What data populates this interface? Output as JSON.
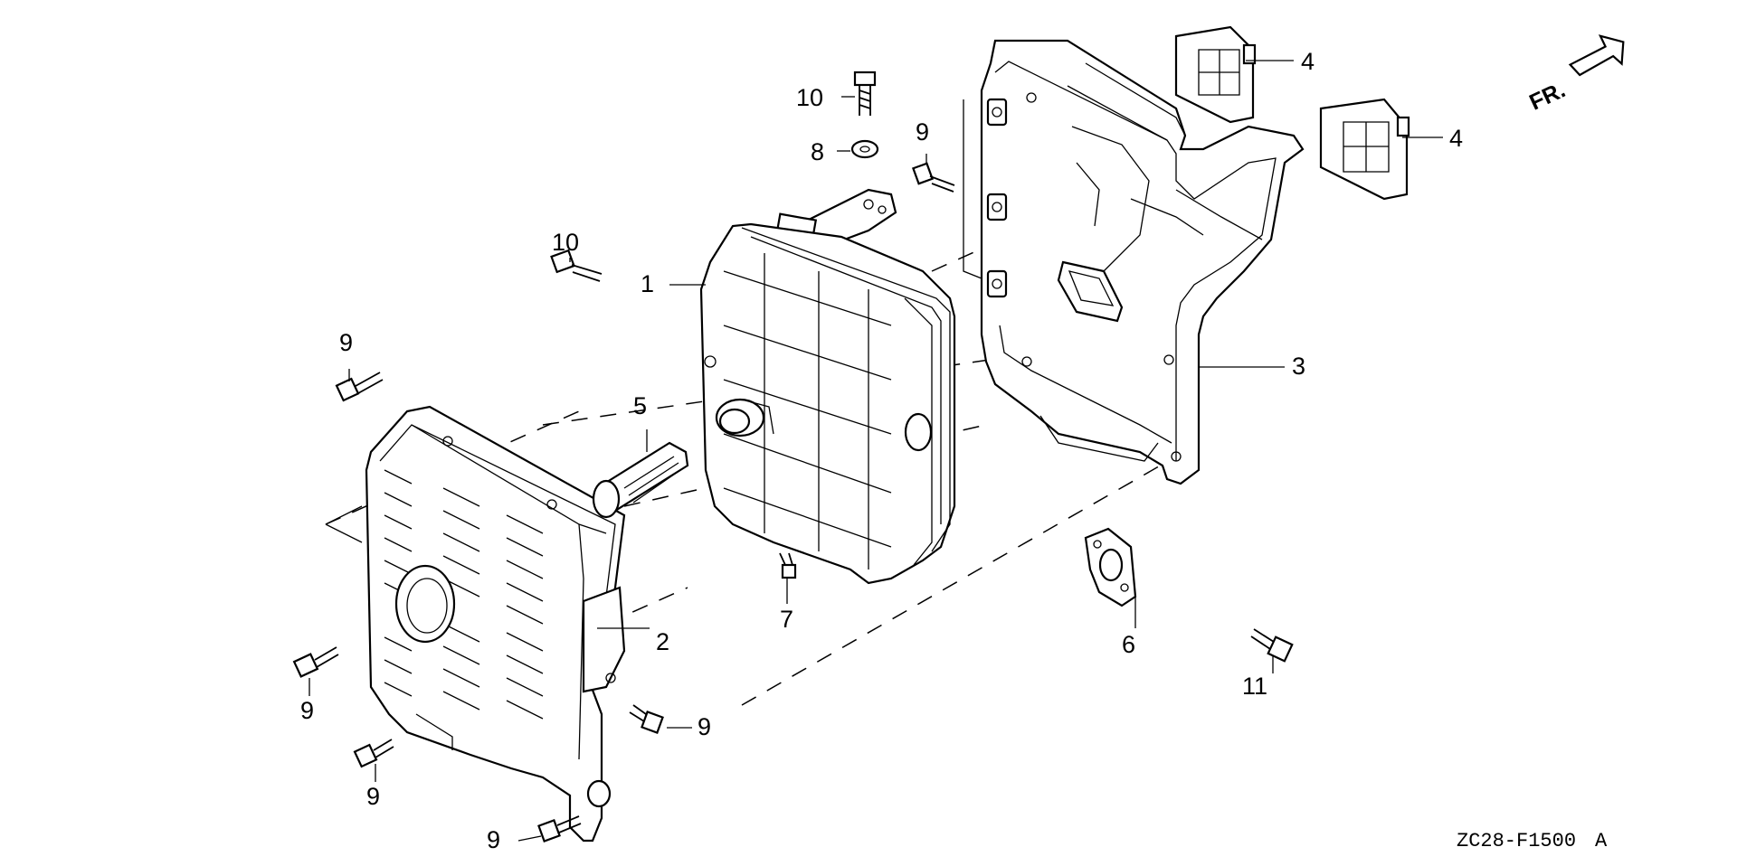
{
  "diagram": {
    "drawing_code": "ZC28-F1500",
    "revision": "A",
    "direction_label": "FR.",
    "callouts": {
      "c1": "1",
      "c2": "2",
      "c3": "3",
      "c4a": "4",
      "c4b": "4",
      "c5": "5",
      "c6": "6",
      "c7": "7",
      "c8": "8",
      "c9a": "9",
      "c9b": "9",
      "c9c": "9",
      "c9d": "9",
      "c9e": "9",
      "c9f": "9",
      "c10a": "10",
      "c10b": "10",
      "c11": "11"
    }
  }
}
